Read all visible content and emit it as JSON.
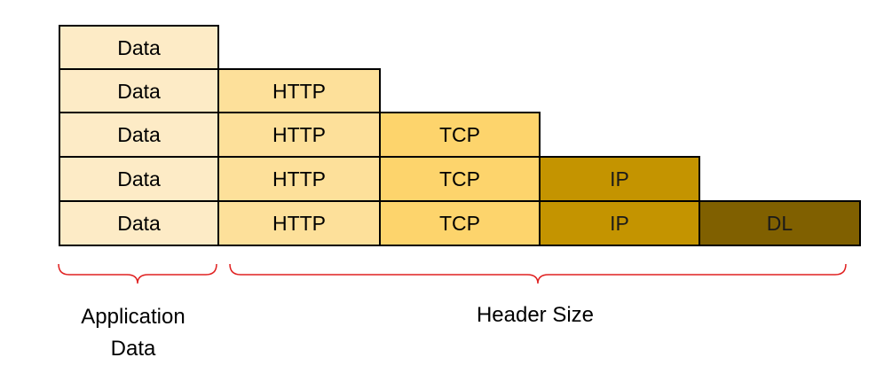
{
  "rows": [
    [
      "Data"
    ],
    [
      "Data",
      "HTTP"
    ],
    [
      "Data",
      "HTTP",
      "TCP"
    ],
    [
      "Data",
      "HTTP",
      "TCP",
      "IP"
    ],
    [
      "Data",
      "HTTP",
      "TCP",
      "IP",
      "DL"
    ]
  ],
  "layer_colors": [
    "#fdebc6",
    "#fde09a",
    "#fdd46c",
    "#c49400",
    "#806000"
  ],
  "brace_color": "#e02020",
  "captions": {
    "left_line1": "Application",
    "left_line2": "Data",
    "right": "Header Size"
  }
}
